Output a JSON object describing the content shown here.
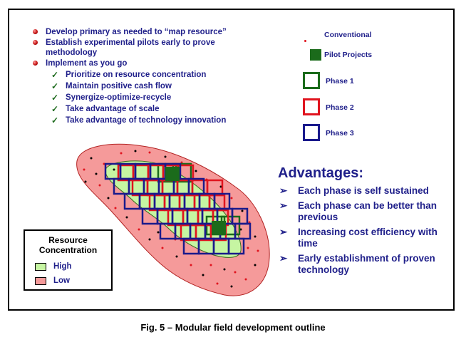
{
  "bullets": [
    {
      "text": "Develop primary as needed to “map resource”"
    },
    {
      "text": "Establish experimental pilots early to prove methodology"
    },
    {
      "text": "Implement as you go",
      "subitems": [
        "Prioritize on resource concentration",
        "Maintain positive cash flow",
        "Synergize-optimize-recycle",
        "Take advantage of scale",
        "Take advantage of technology innovation"
      ]
    }
  ],
  "legend": {
    "conventional": "Conventional",
    "pilot": "Pilot Projects",
    "phase1": "Phase 1",
    "phase2": "Phase 2",
    "phase3": "Phase 3"
  },
  "advantages": {
    "title": "Advantages:",
    "items": [
      "Each phase is self sustained",
      "Each phase can be better than previous",
      "Increasing cost efficiency with time",
      "Early establishment of proven technology"
    ]
  },
  "resource_legend": {
    "title": "Resource Concentration",
    "high": "High",
    "low": "Low"
  },
  "caption": "Fig. 5 – Modular field development outline",
  "colors": {
    "low_fill": "#f59a9a",
    "high_fill": "#c6f5a2",
    "pilot": "#1b6b1b",
    "phase1": "#1b6b1b",
    "phase2": "#e0141e",
    "phase3": "#1a1a8c",
    "text_blue": "#1f1f8a"
  }
}
